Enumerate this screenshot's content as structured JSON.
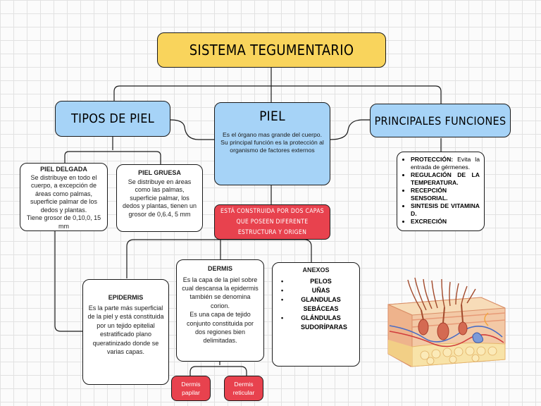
{
  "title": "SISTEMA TEGUMENTARIO",
  "tipos": {
    "title": "TIPOS DE PIEL"
  },
  "piel": {
    "title": "PIEL",
    "desc": "Es el órgano mas grande del cuerpo. Su principal función es la protección al organismo de factores externos"
  },
  "funciones": {
    "title": "PRINCIPALES FUNCIONES",
    "items": [
      {
        "bold": "PROTECCIÓN:",
        "text": " Evita la entrada de gérmenes."
      },
      {
        "bold": "REGULACIÓN DE LA TEMPERATURA.",
        "text": ""
      },
      {
        "bold": "RECEPCIÓN SENSORIAL.",
        "text": ""
      },
      {
        "bold": "SINTESIS DE VITAMINA D.",
        "text": ""
      },
      {
        "bold": "EXCRECIÓN",
        "text": ""
      }
    ]
  },
  "delgada": {
    "title": "PIEL DELGADA",
    "desc": "Se distribuye en todo el cuerpo, a excepción de áreas como palmas, superficie palmar de los dedos y plantas.",
    "grosor": "Tiene grosor de 0,10,0, 15 mm"
  },
  "gruesa": {
    "title": "PIEL GRUESA",
    "desc": "Se distribuye en áreas como las palmas, superficie palmar, los dedos y plantas, tienen un grosor de 0,6.4, 5 mm"
  },
  "capas": {
    "text": "ESTÁ CONSTRUIDA POR DOS CAPAS QUE POSEEN DIFERENTE ESTRUCTURA Y ORIGEN"
  },
  "epidermis": {
    "title": "EPIDERMIS",
    "desc": "Es la parte más superficial de la piel y está constituida por un tejido epitelial estratificado plano queratinizado donde se varias capas."
  },
  "dermis": {
    "title": "DERMIS",
    "desc1": "Es la capa de la piel sobre cual descansa la epidermis también se denomina corion.",
    "desc2": "Es una capa de tejido conjunto constituida por dos regiones bien delimitadas."
  },
  "anexos": {
    "title": "ANEXOS",
    "items": [
      "PELOS",
      "UÑAS",
      "GLANDULAS",
      "SEBÁCEAS",
      "GLÁNDULAS",
      "SUDORÍPARAS"
    ],
    "bulleted": [
      true,
      true,
      true,
      false,
      true,
      false
    ]
  },
  "papilar": {
    "text": "Dermis papilar"
  },
  "reticular": {
    "text": "Dermis reticular"
  },
  "colors": {
    "yellow": "#f9d45c",
    "blue": "#a6d3f7",
    "red": "#e8424e",
    "white": "#ffffff"
  },
  "illustration": "skin-cross-section-illustration"
}
